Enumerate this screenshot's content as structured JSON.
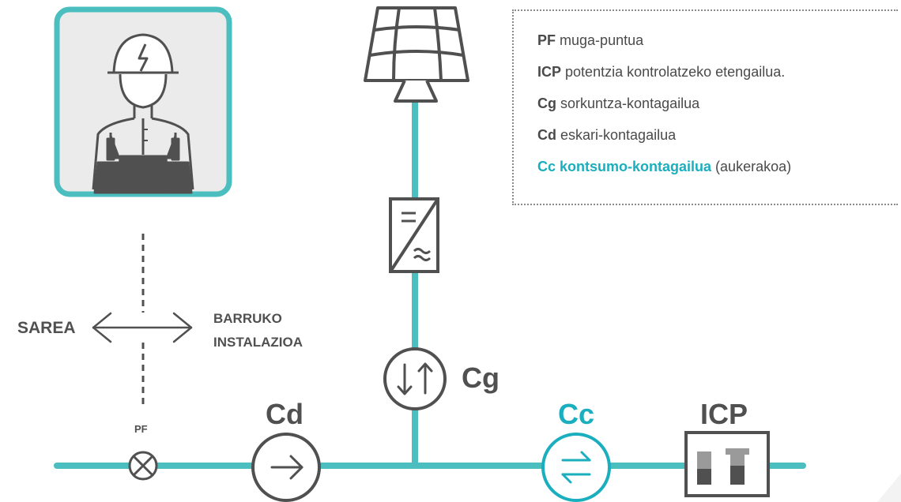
{
  "legend": [
    {
      "code": "PF",
      "text": "muga-puntua",
      "accent": false
    },
    {
      "code": "ICP",
      "text": "potentzia kontrolatzeko etengailua.",
      "accent": false
    },
    {
      "code": "Cg",
      "text": "sorkuntza-kontagailua",
      "accent": false
    },
    {
      "code": "Cd",
      "text": "eskari-kontagailua",
      "accent": false
    },
    {
      "code": "Cc kontsumo-kontagailua",
      "text": "(aukerakoa)",
      "accent": true
    }
  ],
  "labels": {
    "sarea": "SAREA",
    "barruko_line1": "BARRUKO",
    "barruko_line2": "INSTALAZIOA",
    "pf": "PF",
    "cd": "Cd",
    "cg": "Cg",
    "cc": "Cc",
    "icp": "ICP"
  },
  "colors": {
    "teal": "#4bbfbf",
    "accent": "#1aaebe",
    "dark": "#505050",
    "panel_bg": "#ebebeb"
  },
  "icons": [
    "electrician-icon",
    "solar-panel-icon",
    "inverter-icon",
    "bidirectional-meter-icon",
    "demand-meter-icon",
    "consumption-meter-icon",
    "icp-switch-icon",
    "boundary-point-icon"
  ]
}
